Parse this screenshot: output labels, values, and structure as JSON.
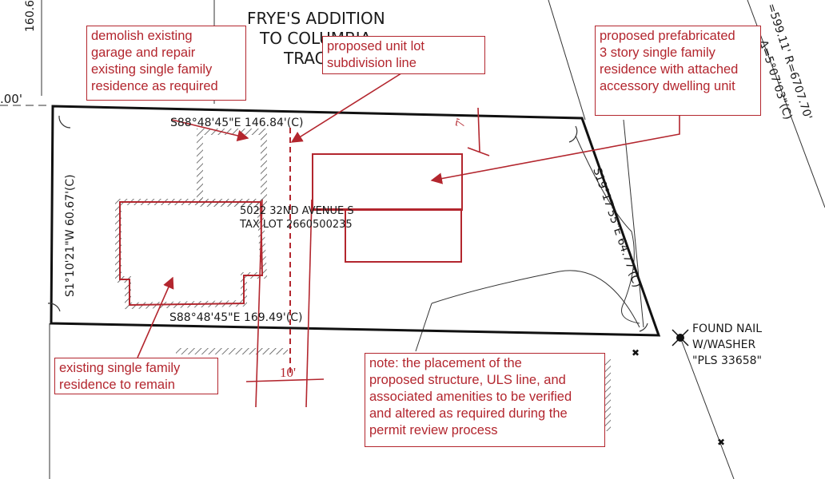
{
  "survey": {
    "addition_line1": "FRYE'S ADDITION",
    "addition_line2": "TO COLUMBIA",
    "addition_line3": "TRACT",
    "top_left_value": "160.6",
    "left_dim_fragment": ".00'",
    "bearing_north": "S88°48'45\"E 146.84'(C)",
    "bearing_south": "S88°48'45\"E 169.49'(C)",
    "bearing_west": "S1°10'21\"W 60.67'(C)",
    "bearing_east": "S19°17'55\"E 64.77'(C)",
    "curve_data": "=599.11' R=6707.70'",
    "curve_delta": "Δ=5°07'03\"(C)",
    "address": "5022 32ND AVENUE S",
    "tax_lot": "TAX LOT 2660500235",
    "found_nail_line1": "FOUND NAIL",
    "found_nail_line2": "W/WASHER",
    "found_nail_line3": "\"PLS 33658\"",
    "handwritten_seven": "7'",
    "handwritten_ten": "10'"
  },
  "callouts": {
    "demolish_garage": "demolish existing\ngarage and repair\nexisting single family\nresidence as required",
    "unit_lot_line": "proposed unit lot\nsubdivision line",
    "prefab_residence": "proposed prefabricated\n3 story single family\nresidence with attached\naccessory dwelling unit",
    "existing_residence": "existing single family\nresidence to remain",
    "placement_note": "note: the placement of the\nproposed structure, ULS line, and\nassociated amenities to be verified\nand altered as required during the\npermit review process"
  },
  "colors": {
    "annotation_red": "#b3262e",
    "linework": "#1a1a1a"
  }
}
